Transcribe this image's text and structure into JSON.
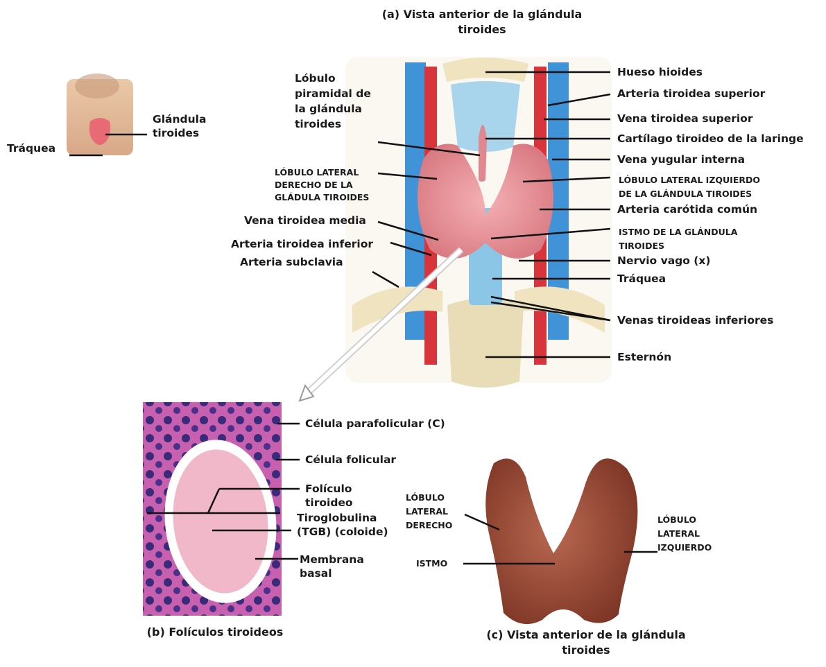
{
  "titles": {
    "top": "(a) Vista anterior de la glándula\ntiroides",
    "follicles": "(b) Folículos tiroideos",
    "gland": "(c) Vista anterior de la glándula\ntiroides"
  },
  "neck_thumbnail": {
    "gland": "Glándula\ntiroides",
    "trachea": "Tráquea"
  },
  "anterior_view": {
    "pyramidal_lobe": "Lóbulo\npiramidal de\nla glándula\ntiroides",
    "right_lateral_lobe": "LÓBULO LATERAL\nDERECHO DE LA\nGLÁDULA TIROIDES",
    "middle_thyroid_vein": "Vena tiroidea media",
    "inferior_thyroid_artery": "Arteria tiroidea inferior",
    "subclavian_artery": "Arteria subclavia",
    "hyoid_bone": "Hueso hioides",
    "superior_thyroid_artery": "Arteria tiroidea superior",
    "superior_thyroid_vein": "Vena tiroidea superior",
    "thyroid_cartilage": "Cartílago tiroideo de la laringe",
    "internal_jugular_vein": "Vena yugular interna",
    "left_lateral_lobe": "LÓBULO LATERAL IZQUIERDO\nDE LA GLÁNDULA TIROIDES",
    "common_carotid": "Arteria carótida común",
    "isthmus": "ISTMO DE LA GLÁNDULA\nTIROIDES",
    "vagus_nerve": "Nervio vago (x)",
    "trachea": "Tráquea",
    "inferior_thyroid_veins": "Venas tiroideas inferiores",
    "sternum": "Esternón"
  },
  "histology": {
    "parafollicular_cell": "Célula parafolicular (C)",
    "follicular_cell": "Célula folicular",
    "thyroid_follicle": "Folículo\ntiroideo",
    "thyroglobulin": "Tiroglobulina\n(TGB) (coloide)",
    "basement_membrane": "Membrana\nbasal"
  },
  "gland_photo": {
    "right_lobe": "LÓBULO\nLATERAL\nDERECHO",
    "isthmus": "ISTMO",
    "left_lobe": "LÓBULO\nLATERAL\nIZQUIERDO"
  },
  "colors": {
    "artery": "#d8343c",
    "vein": "#3f93d6",
    "gland": "#e8969c",
    "trachea": "#8cc6e6",
    "bone": "#f0e4c0",
    "stain": "#c45aa6",
    "nuclei": "#3a2a7a",
    "colloid": "#f0b8c8",
    "gland_photo": "#a8523a"
  }
}
